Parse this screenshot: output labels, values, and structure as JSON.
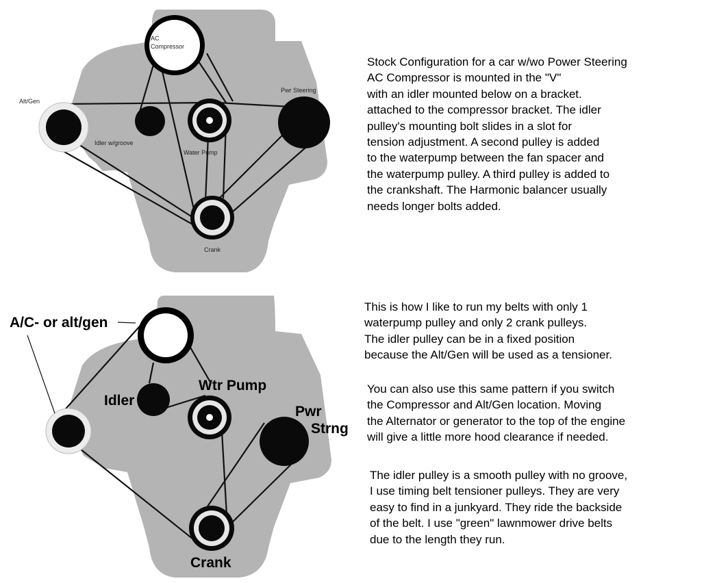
{
  "diagram1": {
    "labels": {
      "ac_line1": "AC",
      "ac_line2": "Compressor",
      "alt_gen": "Alt/Gen",
      "idler": "Idler w/groove",
      "water_pump": "Water Pump",
      "pwr_steering": "Pwr Steering",
      "crank": "Crank"
    },
    "caption": [
      "Stock Configuration for a car w/wo Power Steering",
      "AC Compressor is mounted in the \"V\"",
      "with an idler mounted below on a bracket.",
      "attached to the compressor bracket.  The idler",
      "pulley's mounting bolt slides in a slot for",
      "tension adjustment.  A second pulley is added",
      "to the waterpump between the fan spacer and",
      "the waterpump pulley.  A third pulley is added to",
      "the crankshaft.  The Harmonic balancer usually",
      "needs longer bolts added."
    ]
  },
  "diagram2": {
    "labels": {
      "ac_alt": "A/C- or alt/gen",
      "idler": "Idler",
      "wtr_pump": "Wtr Pump",
      "pwr": "Pwr",
      "strng": "Strng",
      "crank": "Crank"
    },
    "caption_p1": [
      "This is how I like to run my belts with only 1",
      "waterpump pulley and only 2 crank pulleys.",
      "The idler pulley can be in a fixed position",
      "because the Alt/Gen will be used as a tensioner."
    ],
    "caption_p2": [
      "You can also use this same pattern if you switch",
      "the Compressor and Alt/Gen location.  Moving",
      "the Alternator or generator to the top of the engine",
      "will give a little more hood clearance if needed."
    ],
    "caption_p3": [
      "The idler pulley is a smooth pulley with no groove,",
      "I use timing belt tensioner pulleys.  They are very",
      "easy to find in a junkyard.  They ride the backside",
      "of the belt.  I use \"green\" lawnmower drive belts",
      "due to the length they run."
    ]
  },
  "colors": {
    "engine_gray": "#b4b4b4",
    "pulley_black": "#0a0a0a",
    "pulley_rim": "#e8e8e8",
    "text": "#000000"
  }
}
